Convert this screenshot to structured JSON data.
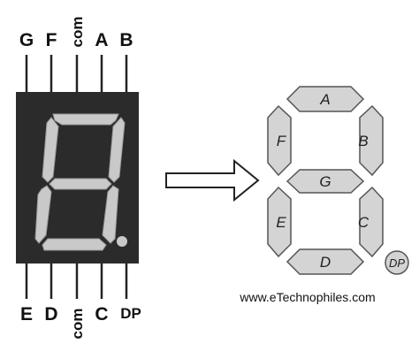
{
  "device": {
    "top_pins": [
      "G",
      "F",
      "com",
      "A",
      "B"
    ],
    "bottom_pins": [
      "E",
      "D",
      "com",
      "C",
      "DP"
    ]
  },
  "diagram": {
    "segments": {
      "a": "A",
      "b": "B",
      "c": "C",
      "d": "D",
      "e": "E",
      "f": "F",
      "g": "G",
      "dp": "DP"
    }
  },
  "watermark": "www.eTechnophiles.com",
  "colors": {
    "device_body": "#2b2b2b",
    "device_segment": "#c9c9c9",
    "diagram_segment": "#d4d4d4",
    "outline": "#555555",
    "pin": "#222222"
  }
}
